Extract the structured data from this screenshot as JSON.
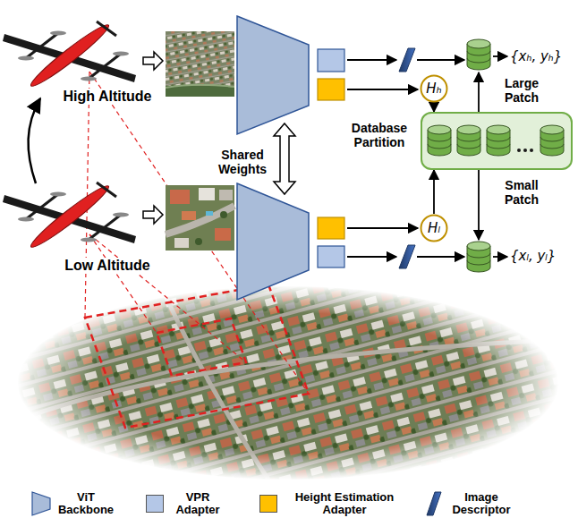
{
  "diagram": {
    "nodes": [
      {
        "text": [
          "Hₕ"
        ]
      },
      {
        "text": [
          "Hₗ"
        ]
      },
      {
        "text": [
          "Database Partition"
        ]
      }
    ],
    "edges": [
      {
        "from": 0,
        "to": 2,
        "arrow": "to"
      },
      {
        "from": 1,
        "to": 2,
        "arrow": "to"
      }
    ],
    "labels": [
      "High Altitude",
      "Shared Weights",
      "Large Patch",
      "Small Patch",
      "{xₕ, yₕ}",
      "{xₗ, yₗ}",
      "Low Altitude"
    ],
    "legend": [
      {
        "text": "ViT Backbone"
      },
      {
        "text": "VPR Adapter",
        "color": "#b4c7e7"
      },
      {
        "text": "Height Estimation Adapter",
        "color": "#ffc000"
      },
      {
        "text": "Image Descriptor"
      }
    ]
  }
}
